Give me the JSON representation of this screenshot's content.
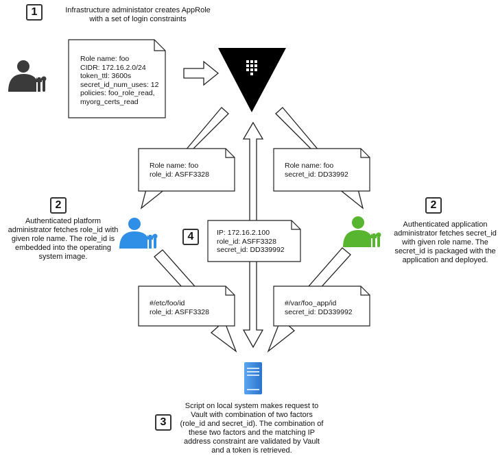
{
  "steps": {
    "step1": {
      "number": "1",
      "caption": "Infrastructure administator creates AppRole\nwith a set of login constraints"
    },
    "step2_platform": {
      "number": "2",
      "caption": "Authenticated platform\nadministrator fetches role_id with\ngiven role name. The role_id is\nembedded into the operating\nsystem image."
    },
    "step2_application": {
      "number": "2",
      "caption": "Authenticated application\nadministrator fetches secret_id\nwith given role name. The\nsecret_id is packaged with the\napplication and deployed."
    },
    "step3": {
      "number": "3",
      "caption": "Script on local system makes request to\nVault with combination of two factors\n(role_id and secret_id). The combination of\nthese two factors and the matching IP\naddress constraint are validated by Vault\nand a token is retrieved."
    },
    "step4": {
      "number": "4"
    }
  },
  "documents": {
    "approle": "Role name: foo\nCIDR: 172.16.2.0/24\ntoken_ttl: 3600s\nsecret_id_num_uses: 12\npolicies: foo_role_read,\nmyorg_certs_read",
    "role_id_fetch": "Role name: foo\nrole_id: ASFF3328",
    "secret_id_fetch": "Role name: foo\nsecret_id: DD33992",
    "login_request": "IP: 172.16.2.100\nrole_id: ASFF3328\nsecret_id: DD339992",
    "role_id_file": "#/etc/foo/id\nrole_id: ASFF3328",
    "secret_id_file": "#/var/foo_app/id\nsecret_id: DD339992"
  },
  "icons": {
    "infra_admin": "admin-user-icon",
    "platform_admin": "platform-admin-user-icon",
    "app_admin": "app-admin-user-icon",
    "vault": "vault-logo-icon",
    "server": "server-icon"
  },
  "colors": {
    "infra_admin": "#3a3a3a",
    "platform_admin": "#2f8fe6",
    "app_admin": "#57b52f",
    "vault": "#000000",
    "server": "#2f7fd9"
  }
}
